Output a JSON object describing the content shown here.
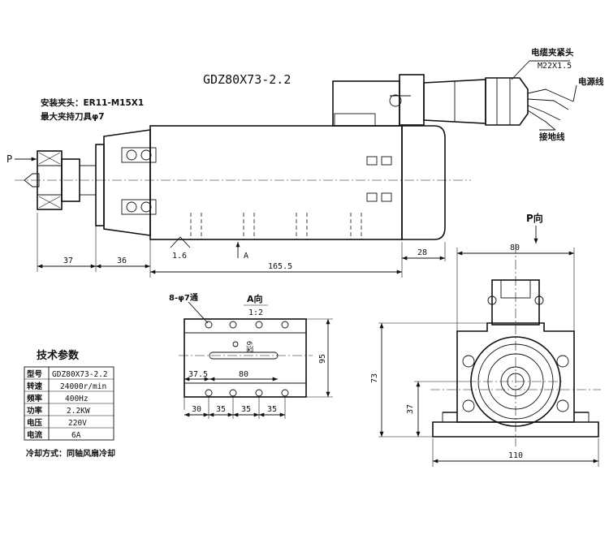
{
  "title": "GDZ80X73-2.2",
  "collet": {
    "line1": "安装夹头：ER11-M15X1",
    "line2": "最大夹持刀具φ7"
  },
  "cable": {
    "clamp_label": "电缆夹紧头",
    "clamp_thread": "M22X1.5",
    "power_wire": "电源线",
    "ground_wire": "接地线"
  },
  "side_view": {
    "view_arrow": "P",
    "dims": {
      "d37": "37",
      "d36": "36",
      "d165": "165.5",
      "d28": "28",
      "roughness": "1.6",
      "section": "A"
    }
  },
  "a_view": {
    "title": "A向",
    "scale": "1:2",
    "holes": "8-φ7通",
    "depth": "6深",
    "dims": {
      "d37_5": "37.5",
      "d80": "80",
      "d95": "95",
      "d30": "30",
      "d35a": "35",
      "d35b": "35",
      "d35c": "35"
    }
  },
  "p_view": {
    "title": "P向",
    "dims": {
      "d80": "80",
      "d73": "73",
      "d37": "37",
      "d110": "110"
    }
  },
  "specs": {
    "heading": "技术参数",
    "rows": [
      {
        "label": "型号",
        "value": "GDZ80X73-2.2"
      },
      {
        "label": "转速",
        "value": "24000r/min"
      },
      {
        "label": "频率",
        "value": "400Hz"
      },
      {
        "label": "功率",
        "value": "2.2KW"
      },
      {
        "label": "电压",
        "value": "220V"
      },
      {
        "label": "电流",
        "value": "6A"
      }
    ],
    "cooling": "冷却方式：同轴风扇冷却"
  }
}
